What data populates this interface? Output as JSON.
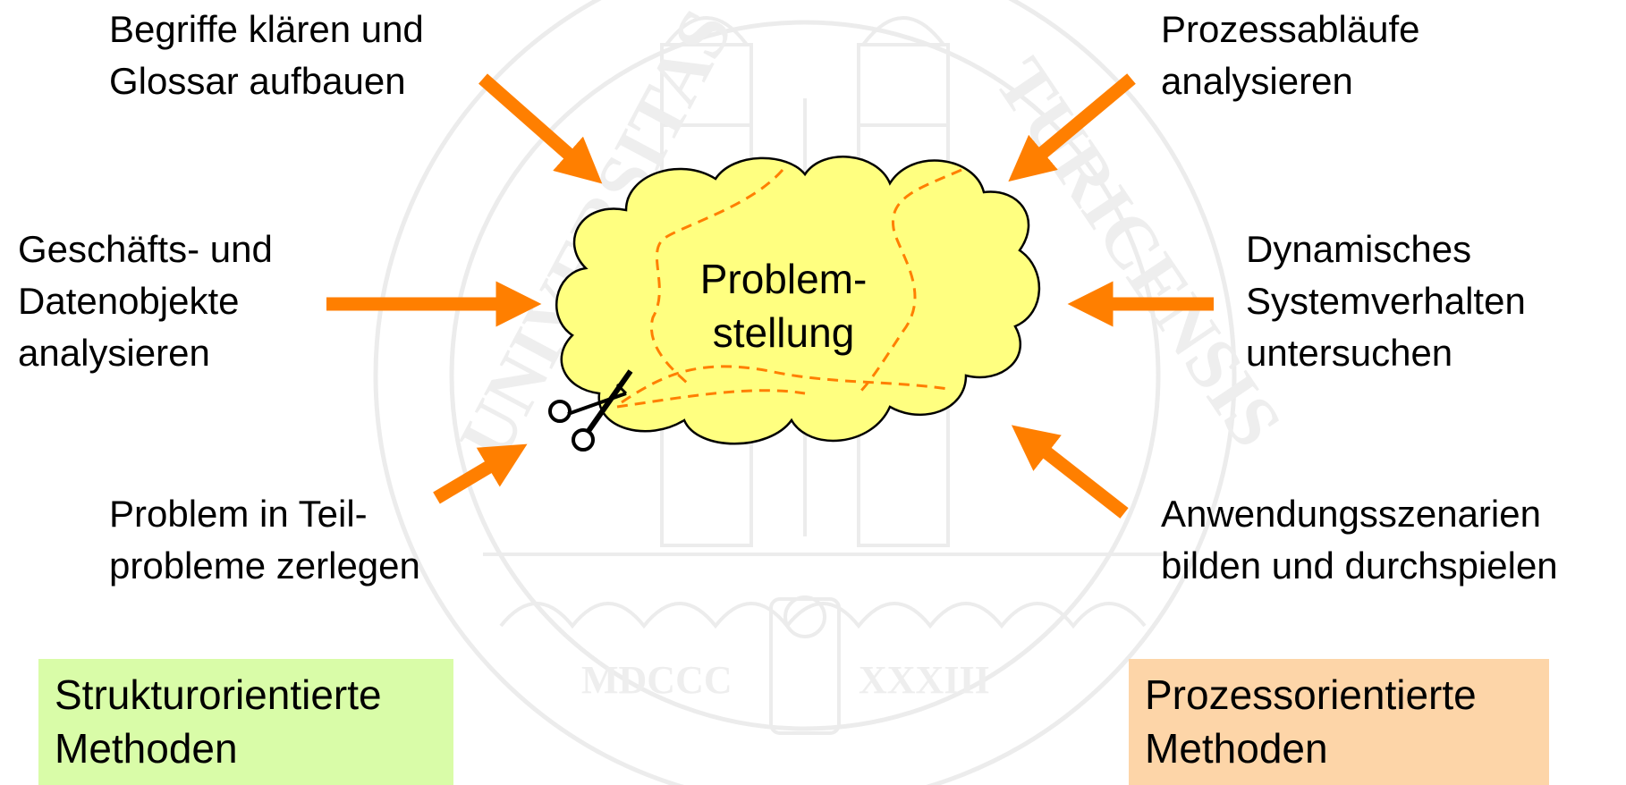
{
  "center": {
    "lines": [
      "Problem-",
      "stellung"
    ]
  },
  "labels": {
    "top_left": [
      "Begriffe klären und",
      "Glossar aufbauen"
    ],
    "mid_left": [
      "Geschäfts- und",
      "Datenobjekte",
      "analysieren"
    ],
    "bottom_left": [
      "Problem in Teil-",
      "probleme zerlegen"
    ],
    "top_right": [
      "Prozessabläufe",
      "analysieren"
    ],
    "mid_right": [
      "Dynamisches",
      "Systemverhalten",
      "untersuchen"
    ],
    "bottom_right": [
      "Anwendungsszenarien",
      "bilden und durchspielen"
    ]
  },
  "boxes": {
    "left": [
      "Strukturorientierte",
      "Methoden"
    ],
    "right": [
      "Prozessorientierte",
      "Methoden"
    ]
  },
  "seal": {
    "left_text": "UNIVERSITAS",
    "right_text": "TURICENSIS",
    "year_left": "MDCCC",
    "year_right": "XXXIII"
  },
  "colors": {
    "arrow": "#ff7f00",
    "cloud_fill": "#ffff80",
    "cloud_stroke": "#000000",
    "dash": "#ff7f00",
    "box_left": "#d9fca8",
    "box_right": "#fdd5a8",
    "watermark": "#ececec"
  },
  "icons": [
    "scissors-icon"
  ]
}
